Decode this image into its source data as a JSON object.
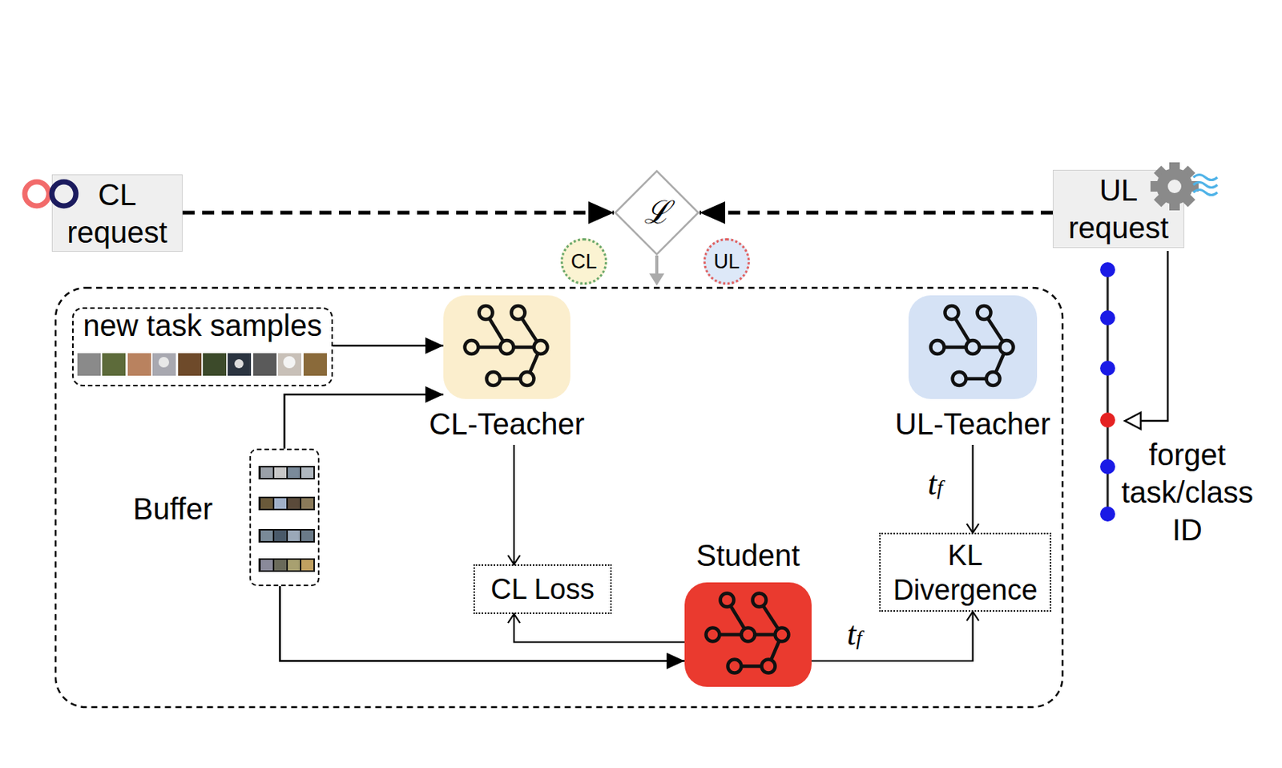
{
  "diagram": {
    "nodes": [
      {
        "text": [
          "CL request"
        ]
      },
      {
        "text": [
          "ℒ"
        ]
      },
      {
        "text": [
          "UL request"
        ]
      },
      {
        "text": [
          "CL"
        ]
      },
      {
        "text": [
          "UL"
        ]
      },
      {
        "text": [
          "new task samples"
        ]
      },
      {
        "text": [
          "CL-Teacher"
        ]
      },
      {
        "text": [
          "Buffer"
        ]
      },
      {
        "text": [
          "CL Loss"
        ]
      },
      {
        "text": [
          "Student"
        ]
      },
      {
        "text": [
          "UL-Teacher"
        ]
      },
      {
        "text": [
          "KL Divergence"
        ]
      }
    ],
    "edges": [
      {
        "from": 0,
        "to": 1,
        "arrow": "to"
      },
      {
        "from": 2,
        "to": 1,
        "arrow": "to"
      },
      {
        "from": 5,
        "to": 6,
        "arrow": "to"
      },
      {
        "from": 7,
        "to": 6,
        "arrow": "to"
      },
      {
        "from": 7,
        "to": 9,
        "arrow": "to"
      },
      {
        "from": 6,
        "to": 8,
        "arrow": "to"
      },
      {
        "from": 9,
        "to": 8,
        "arrow": "to"
      },
      {
        "from": 10,
        "to": 11,
        "arrow": "to",
        "label": "tf"
      },
      {
        "from": 9,
        "to": 11,
        "arrow": "to",
        "label": "tf"
      }
    ],
    "labels": [
      "forget task/class ID"
    ]
  }
}
